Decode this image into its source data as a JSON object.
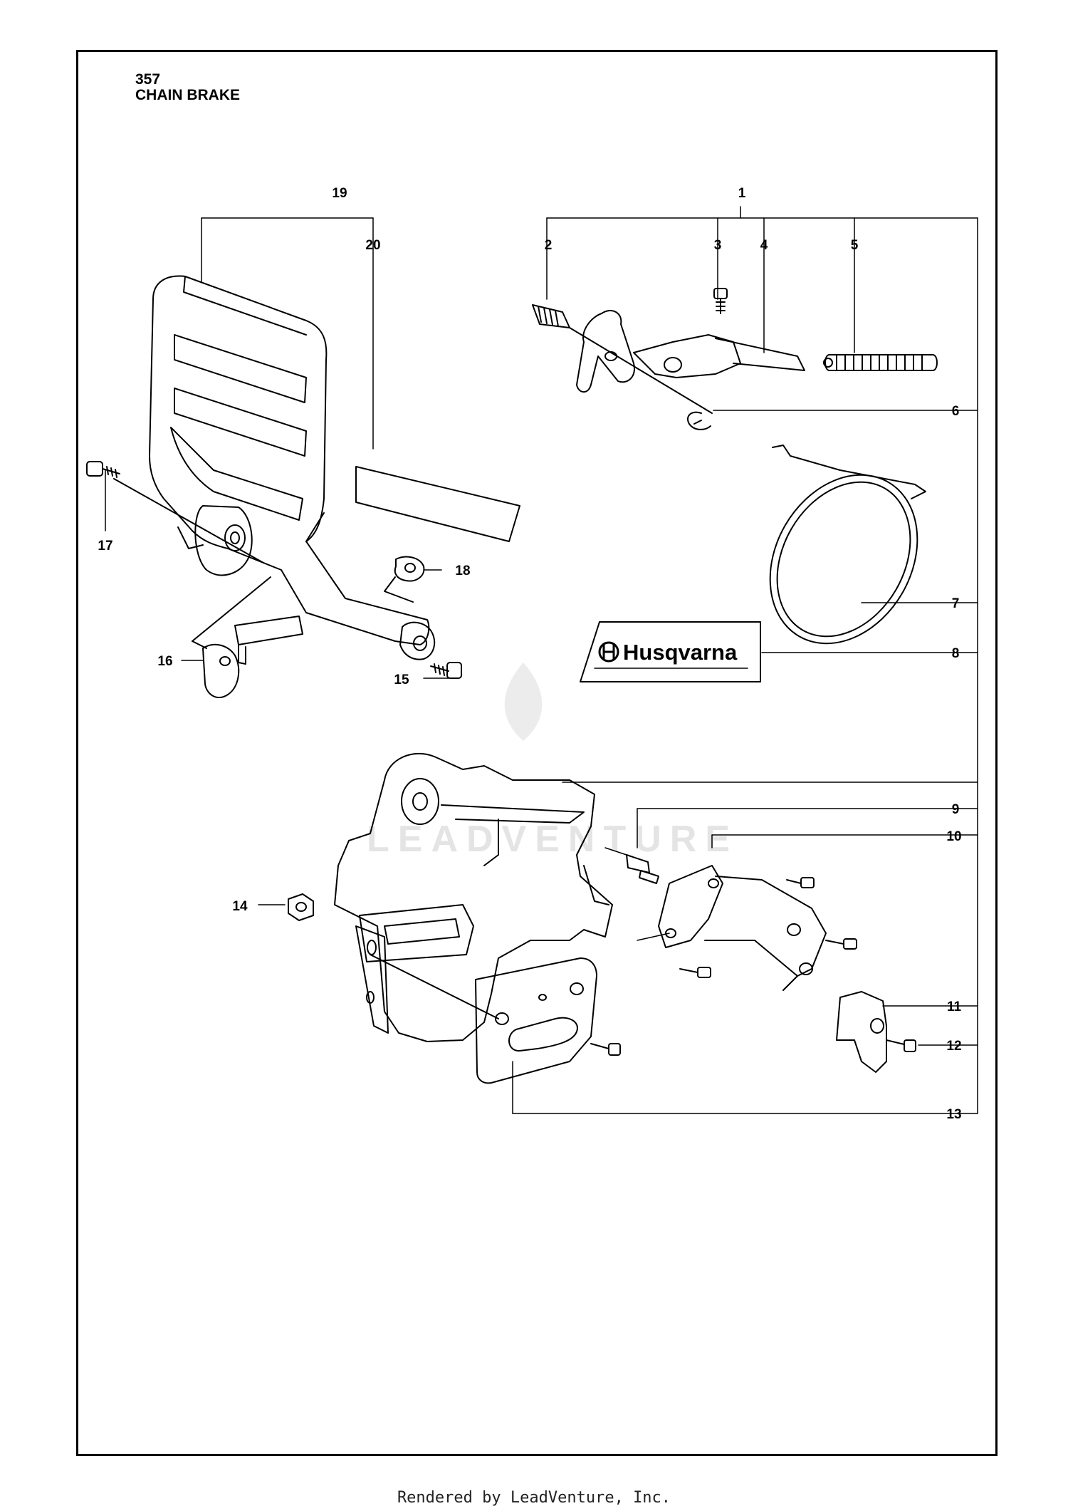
{
  "header": {
    "number": "357",
    "title": "CHAIN BRAKE"
  },
  "brand_label": "Husqvarna",
  "watermark": "LEADVENTURE",
  "footer": "Rendered by LeadVenture, Inc.",
  "callouts": [
    "1",
    "2",
    "3",
    "4",
    "5",
    "6",
    "7",
    "8",
    "9",
    "10",
    "11",
    "12",
    "13",
    "14",
    "15",
    "16",
    "17",
    "18",
    "19",
    "20"
  ],
  "colors": {
    "line": "#000000",
    "watermark": "#e4e4e4",
    "background": "#ffffff"
  }
}
